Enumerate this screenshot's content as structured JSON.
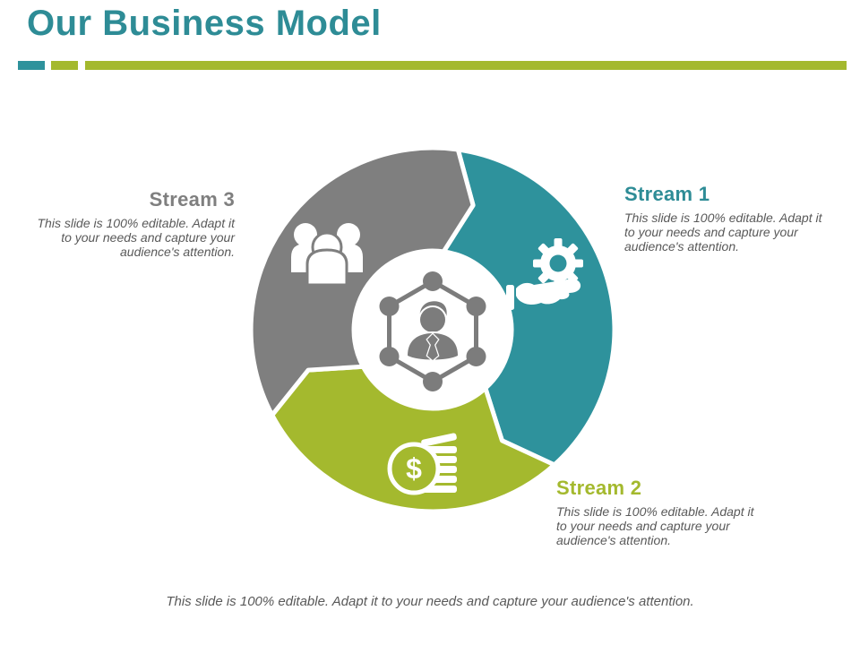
{
  "slide": {
    "title": "Our Business Model",
    "footer": "This slide is 100% editable.  Adapt it to your needs and capture your audience's attention."
  },
  "colors": {
    "teal": "#2E929C",
    "green": "#A4B92E",
    "gray": "#7F7F7F",
    "heading_teal": "#2E8C96",
    "body_text": "#595959",
    "icon_white": "#FFFFFF"
  },
  "streams": [
    {
      "label": "Stream 1",
      "description": "This slide is 100% editable. Adapt it to your needs and capture your audience's attention.",
      "color": "#2E929C",
      "icon": "hand-gear-icon"
    },
    {
      "label": "Stream 2",
      "description": "This slide is 100% editable. Adapt it to your needs and capture your audience's attention.",
      "color": "#A4B92E",
      "icon": "coins-icon"
    },
    {
      "label": "Stream 3",
      "description": "This slide is 100% editable. Adapt it to your needs and capture your audience's attention.",
      "color": "#7F7F7F",
      "icon": "people-group-icon"
    }
  ],
  "diagram": {
    "center_icon": "networked-user-icon",
    "coin_symbol": "$",
    "flow": "circular-cycle"
  }
}
